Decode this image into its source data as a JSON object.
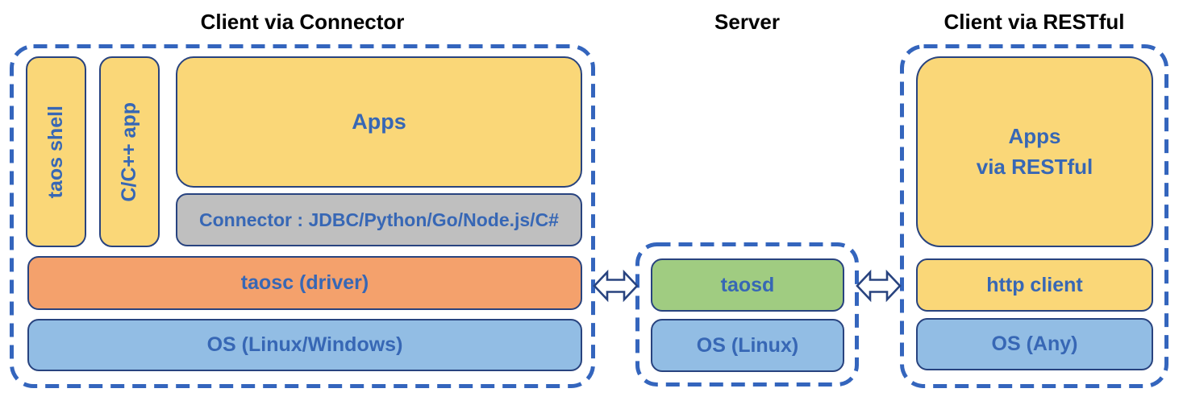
{
  "titles": {
    "left": "Client via Connector",
    "middle": "Server",
    "right": "Client via RESTful"
  },
  "client_connector": {
    "taos_shell": "taos shell",
    "cpp_app": "C/C++ app",
    "apps": "Apps",
    "connector": "Connector : JDBC/Python/Go/Node.js/C#",
    "driver": "taosc (driver)",
    "os": "OS (Linux/Windows)"
  },
  "server": {
    "daemon": "taosd",
    "os": "OS (Linux)"
  },
  "client_restful": {
    "apps": "Apps\nvia RESTful",
    "http_client": "http client",
    "os": "OS (Any)"
  },
  "icons": {
    "left_link": "double-headed-arrow",
    "right_link": "double-headed-arrow"
  },
  "colors": {
    "yellow": "#FAD778",
    "orange": "#F4A16C",
    "blue": "#92BDE4",
    "green": "#A0CC81",
    "gray": "#BFBFBF",
    "dash": "#3465BD",
    "navy": "#28437F",
    "label": "#3767B5",
    "title": "#000000"
  }
}
